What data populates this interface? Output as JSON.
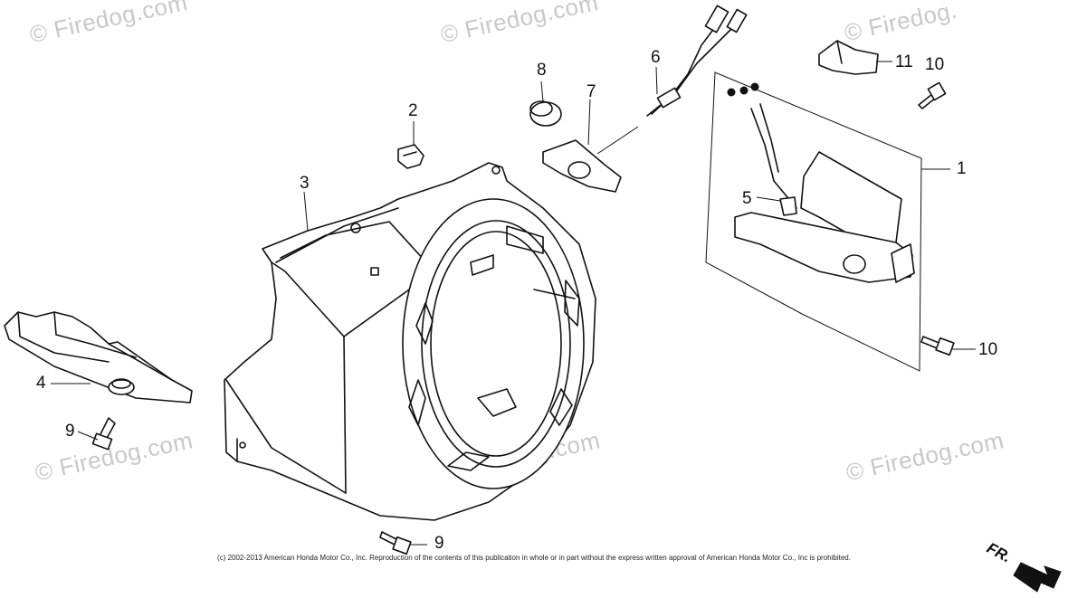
{
  "watermarks": [
    "© Firedog.com",
    "© Firedog.com",
    "© Firedog.",
    "© Firedog.com",
    "© Firedog.com",
    "© Firedog.com"
  ],
  "callouts": {
    "c1": "1",
    "c2": "2",
    "c3": "3",
    "c4": "4",
    "c5": "5",
    "c6": "6",
    "c7": "7",
    "c8": "8",
    "c9a": "9",
    "c9b": "9",
    "c10a": "10",
    "c10b": "10",
    "c11": "11"
  },
  "copyright": "(c) 2002-2013 American Honda Motor Co., Inc. Reproduction of the contents of this publication in whole or in part without the express written approval of American Honda Motor Co., Inc is prohibited.",
  "direction_label": "FR.",
  "colors": {
    "line": "#111111",
    "watermark": "#c8c8c8",
    "background": "#ffffff"
  }
}
